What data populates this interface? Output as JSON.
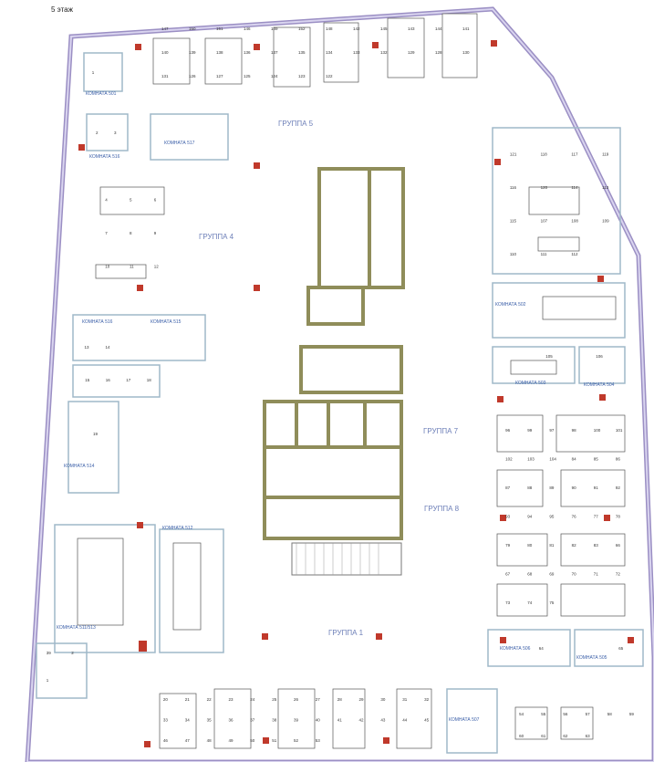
{
  "floor_label": "5 этаж",
  "rooms": [
    {
      "id": "r501",
      "label": "КОМНАТА 501"
    },
    {
      "id": "r517",
      "label": "КОМНАТА 517"
    },
    {
      "id": "r516",
      "label": "КОМНАТА 516"
    },
    {
      "id": "r516b",
      "label": "КОМНАТА 516"
    },
    {
      "id": "r515",
      "label": "КОМНАТА 515"
    },
    {
      "id": "r514",
      "label": "КОМНАТА 514"
    },
    {
      "id": "r512",
      "label": "КОМНАТА 512"
    },
    {
      "id": "r511513",
      "label": "КОМНАТА 511/513"
    },
    {
      "id": "r502",
      "label": "КОМНАТА 502"
    },
    {
      "id": "r503",
      "label": "КОМНАТА 503"
    },
    {
      "id": "r504",
      "label": "КОМНАТА 504"
    },
    {
      "id": "r506",
      "label": "КОМНАТА 506"
    },
    {
      "id": "r505",
      "label": "КОМНАТА 505"
    },
    {
      "id": "r507",
      "label": "КОМНАТА 507"
    }
  ],
  "groups": [
    {
      "id": "g5",
      "label": "ГРУППА 5"
    },
    {
      "id": "g4",
      "label": "ГРУППА 4"
    },
    {
      "id": "g7",
      "label": "ГРУППА 7"
    },
    {
      "id": "g8",
      "label": "ГРУППА 8"
    },
    {
      "id": "g1",
      "label": "ГРУППА 1"
    }
  ],
  "desk_numbers": {
    "top_row": [
      "147",
      "150",
      "151",
      "146",
      "149",
      "152",
      "148",
      "142",
      "145",
      "143",
      "144",
      "141",
      "140",
      "139",
      "138",
      "136",
      "137",
      "135",
      "134",
      "133",
      "132",
      "129",
      "128",
      "130",
      "131",
      "126",
      "127",
      "125",
      "124",
      "123",
      "122"
    ],
    "r501": [
      "1"
    ],
    "r517": [
      "2",
      "3"
    ],
    "group4": [
      "4",
      "5",
      "6",
      "7",
      "8",
      "9",
      "10",
      "11",
      "12"
    ],
    "r516": [
      "13",
      "14"
    ],
    "r515": [
      "15",
      "16",
      "17",
      "18"
    ],
    "r514": [
      "19"
    ],
    "right_top": [
      "121",
      "118",
      "117",
      "119",
      "116",
      "120",
      "114",
      "113",
      "115",
      "107",
      "108",
      "109",
      "110",
      "111",
      "112"
    ],
    "r503": [
      "105"
    ],
    "r504": [
      "106"
    ],
    "right_middle": [
      "96",
      "99",
      "97",
      "98",
      "100",
      "101",
      "102",
      "103",
      "104",
      "84",
      "85",
      "86",
      "87",
      "88",
      "89",
      "90",
      "91",
      "92",
      "93",
      "94",
      "95",
      "76",
      "77",
      "78",
      "79",
      "80",
      "81",
      "82",
      "83",
      "66",
      "67",
      "68",
      "69",
      "70",
      "71",
      "72",
      "73",
      "74",
      "75"
    ],
    "r506": [
      "64"
    ],
    "r505": [
      "65"
    ],
    "bottom_row": [
      "20",
      "21",
      "22",
      "23",
      "24",
      "25",
      "26",
      "27",
      "28",
      "29",
      "30",
      "31",
      "32",
      "33",
      "34",
      "35",
      "36",
      "37",
      "38",
      "39",
      "40",
      "41",
      "42",
      "43",
      "44",
      "45",
      "46",
      "47",
      "48",
      "49",
      "50",
      "51",
      "52",
      "53"
    ],
    "r507": [
      "54",
      "55",
      "56",
      "57",
      "58",
      "59",
      "60",
      "61",
      "62",
      "63"
    ],
    "misc": [
      "39",
      "2",
      "1"
    ]
  },
  "colors": {
    "outer_wall": "#9b8fc4",
    "outer_wall_column": "#c9cf9e",
    "core_wall": "#8f8d5a",
    "column_marker": "#c0392b",
    "room_label": "#3b5fa8",
    "group_label": "#6d7fb8",
    "partition": "#9fb8c9"
  }
}
